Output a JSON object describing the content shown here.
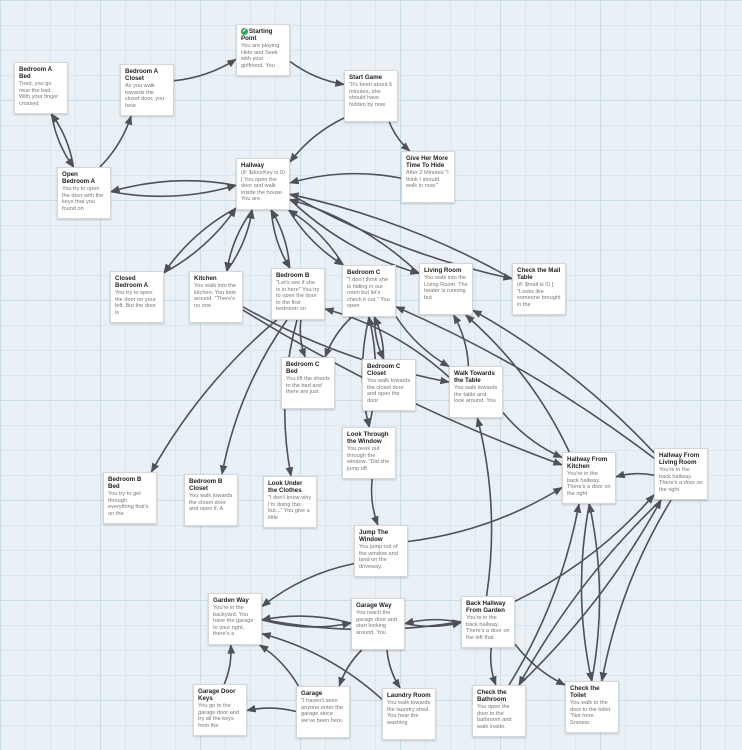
{
  "passages": [
    {
      "id": "start",
      "title": "Starting Point",
      "excerpt": "You are playing Hide and Seek with your girlfriend. You",
      "start": true
    },
    {
      "id": "bedA_bed",
      "title": "Bedroom A Bed",
      "excerpt": "Tired, you go near the bed. With your finger crossed"
    },
    {
      "id": "bedA_closet",
      "title": "Bedroom A Closet",
      "excerpt": "As you walk towards the closet door, you hear"
    },
    {
      "id": "start_game",
      "title": "Start Game",
      "excerpt": "\"It's been about 5 minutes, she should have hidden by now."
    },
    {
      "id": "open_bedA",
      "title": "Open Bedroom A",
      "excerpt": "You try to open the door with the keys that you found on"
    },
    {
      "id": "hallway",
      "title": "Hallway",
      "excerpt": "(if: $doorKey is 0) [ You open the door and walk inside the house. You are"
    },
    {
      "id": "give_more_time",
      "title": "Give Her More Time To Hide",
      "excerpt": "After 2 Minutes \"I think I should walk in now.\""
    },
    {
      "id": "closed_bedA",
      "title": "Closed Bedroom A",
      "excerpt": "You try to open the door on your left. But the door is"
    },
    {
      "id": "kitchen",
      "title": "Kitchen",
      "excerpt": "You walk into the kitchen. You look around. \"There's no one"
    },
    {
      "id": "bedroom_b",
      "title": "Bedroom B",
      "excerpt": "\"Let's see if she is in here\" You try to open the door to the first bedroom on"
    },
    {
      "id": "bedroom_c",
      "title": "Bedroom C",
      "excerpt": "\"I don't think she is hiding in our room but let's check it out.\" You open"
    },
    {
      "id": "living_room",
      "title": "Living Room",
      "excerpt": "You walk into the Living Room. The heater is running but"
    },
    {
      "id": "mail_table",
      "title": "Check the Mail Table",
      "excerpt": "(if: $mail is 0) [ \"Looks like someone brought in the"
    },
    {
      "id": "bedC_bed",
      "title": "Bedroom C Bed",
      "excerpt": "You lift the sheets to the bed and there are just"
    },
    {
      "id": "bedC_closet",
      "title": "Bedroom C Closet",
      "excerpt": "You walk towards the closet door and open the door"
    },
    {
      "id": "walk_table",
      "title": "Walk Towards the Table",
      "excerpt": "You walk towards the table and look around. You"
    },
    {
      "id": "look_window",
      "title": "Look Through the Window",
      "excerpt": "You peek out through the window. \"Did she jump off"
    },
    {
      "id": "hall_kitchen",
      "title": "Hallway From Kitchen",
      "excerpt": "You're in the back hallway. There's a door on the right"
    },
    {
      "id": "hall_living",
      "title": "Hallway From Living Room",
      "excerpt": "You're in the back hallway. There's a door on the right"
    },
    {
      "id": "bedB_bed",
      "title": "Bedroom B Bed",
      "excerpt": "You try to get through everything that's on the"
    },
    {
      "id": "bedB_closet",
      "title": "Bedroom B Closet",
      "excerpt": "You walk towards the closet door and open it. A"
    },
    {
      "id": "look_clothes",
      "title": "Look Under the Clothes",
      "excerpt": "\"I don't know why I'm doing this but...\" You give a little"
    },
    {
      "id": "jump_window",
      "title": "Jump The Window",
      "excerpt": "You jump out of the window and land on the driveway."
    },
    {
      "id": "garden_way",
      "title": "Garden Way",
      "excerpt": "You're in the backyard. You have the garage to your right, there's a"
    },
    {
      "id": "garage_way",
      "title": "Garage Way",
      "excerpt": "You reach the garage door and start looking around. You"
    },
    {
      "id": "back_hall_garden",
      "title": "Back Hallway From Garden",
      "excerpt": "You're in the back hallway. There's a door on the left that"
    },
    {
      "id": "garage_keys",
      "title": "Garage Door Keys",
      "excerpt": "You go to the garage door and try all the keys from the"
    },
    {
      "id": "garage",
      "title": "Garage",
      "excerpt": "\"I haven't seen anyone enter the garage since we've been here."
    },
    {
      "id": "laundry",
      "title": "Laundry Room",
      "excerpt": "You walk towards the laundry shed. You hear the washing"
    },
    {
      "id": "check_bathroom",
      "title": "Check the Bathroom",
      "excerpt": "You open the door to the bathroom and walk inside."
    },
    {
      "id": "check_toilet",
      "title": "Check the Toilet",
      "excerpt": "You walk to the door to the toilet. \"Not here. Snoooo"
    }
  ],
  "links": [
    [
      "bedA_closet",
      "start"
    ],
    [
      "start",
      "start_game"
    ],
    [
      "start_game",
      "hallway"
    ],
    [
      "start_game",
      "give_more_time"
    ],
    [
      "give_more_time",
      "hallway"
    ],
    [
      "bedA_bed",
      "open_bedA"
    ],
    [
      "open_bedA",
      "bedA_bed"
    ],
    [
      "open_bedA",
      "bedA_closet"
    ],
    [
      "open_bedA",
      "hallway"
    ],
    [
      "hallway",
      "open_bedA"
    ],
    [
      "hallway",
      "closed_bedA"
    ],
    [
      "closed_bedA",
      "hallway"
    ],
    [
      "hallway",
      "kitchen"
    ],
    [
      "kitchen",
      "hallway"
    ],
    [
      "hallway",
      "bedroom_b"
    ],
    [
      "bedroom_b",
      "hallway"
    ],
    [
      "hallway",
      "bedroom_c"
    ],
    [
      "bedroom_c",
      "hallway"
    ],
    [
      "hallway",
      "living_room"
    ],
    [
      "living_room",
      "hallway"
    ],
    [
      "hallway",
      "mail_table"
    ],
    [
      "mail_table",
      "hallway"
    ],
    [
      "bedroom_b",
      "bedB_bed"
    ],
    [
      "bedroom_b",
      "bedB_closet"
    ],
    [
      "bedroom_b",
      "look_clothes"
    ],
    [
      "bedroom_b",
      "bedC_bed"
    ],
    [
      "bedroom_c",
      "bedC_bed"
    ],
    [
      "bedroom_c",
      "bedC_closet"
    ],
    [
      "bedC_closet",
      "bedroom_c"
    ],
    [
      "bedroom_c",
      "walk_table"
    ],
    [
      "bedroom_c",
      "look_window"
    ],
    [
      "walk_table",
      "bedroom_b"
    ],
    [
      "walk_table",
      "living_room"
    ],
    [
      "walk_table",
      "hall_kitchen"
    ],
    [
      "kitchen",
      "hall_kitchen"
    ],
    [
      "kitchen",
      "walk_table"
    ],
    [
      "hall_kitchen",
      "living_room"
    ],
    [
      "hall_living",
      "living_room"
    ],
    [
      "hall_living",
      "hall_kitchen"
    ],
    [
      "hall_living",
      "bedroom_c"
    ],
    [
      "look_window",
      "jump_window"
    ],
    [
      "look_window",
      "bedroom_c"
    ],
    [
      "jump_window",
      "garden_way"
    ],
    [
      "jump_window",
      "hall_kitchen"
    ],
    [
      "garden_way",
      "garage_way"
    ],
    [
      "garage_way",
      "garden_way"
    ],
    [
      "garden_way",
      "back_hall_garden"
    ],
    [
      "garage_way",
      "back_hall_garden"
    ],
    [
      "garage_way",
      "garage"
    ],
    [
      "garage_way",
      "laundry"
    ],
    [
      "garage_keys",
      "garden_way"
    ],
    [
      "garage",
      "garage_keys"
    ],
    [
      "garage",
      "garden_way"
    ],
    [
      "laundry",
      "garden_way"
    ],
    [
      "back_hall_garden",
      "garage_way"
    ],
    [
      "back_hall_garden",
      "check_bathroom"
    ],
    [
      "back_hall_garden",
      "check_toilet"
    ],
    [
      "back_hall_garden",
      "walk_table"
    ],
    [
      "back_hall_garden",
      "hall_living"
    ],
    [
      "check_bathroom",
      "hall_living"
    ],
    [
      "check_bathroom",
      "hall_kitchen"
    ],
    [
      "check_toilet",
      "hall_kitchen"
    ],
    [
      "hall_kitchen",
      "check_toilet"
    ],
    [
      "hall_living",
      "check_toilet"
    ],
    [
      "hall_living",
      "check_bathroom"
    ]
  ],
  "colors": {
    "link": "#4e5157",
    "start_icon": "#2fa84f",
    "card_border": "#d3d7da"
  }
}
